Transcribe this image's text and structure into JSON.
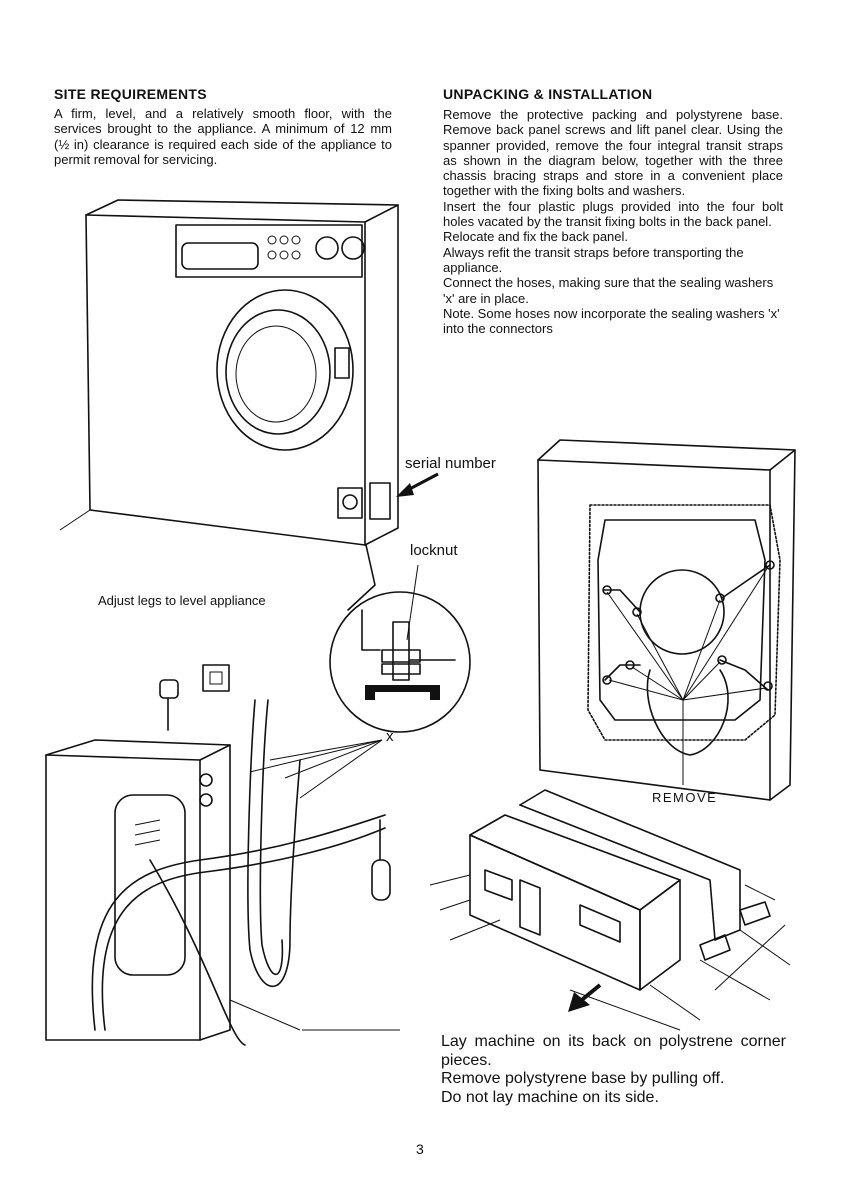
{
  "site_requirements": {
    "heading": "SITE REQUIREMENTS",
    "text": "A firm, level, and a relatively smooth floor, with the services brought to the appliance. A minimum of 12 mm (½ in) clearance is required each side of the appliance to permit removal for servicing."
  },
  "unpacking": {
    "heading": "UNPACKING & INSTALLATION",
    "paragraphs": [
      "Remove the protective packing and polystyrene base. Remove back panel screws and lift panel clear. Using the spanner provided, remove the four integral transit straps as shown in the diagram below, together with the three chassis bracing straps and store in a convenient place together with the fixing bolts and washers.",
      "Insert the four plastic plugs provided into the four bolt holes vacated by the transit fixing bolts in the back panel.",
      "Relocate and fix the back panel.",
      "Always refit the transit straps before transporting the appliance.",
      "Connect the hoses, making sure that the sealing washers 'x' are in place.",
      "Note. Some hoses now incorporate the sealing washers 'x' into the connectors"
    ]
  },
  "diagram_labels": {
    "serial_number": "serial number",
    "locknut": "locknut",
    "adjust_legs": "Adjust legs to level appliance",
    "x_marker": "x",
    "remove": "REMOVE"
  },
  "bottom_caption": [
    "Lay machine on its back on polystrene corner pieces.",
    "Remove polystyrene base by pulling off.",
    "Do not lay machine on its side."
  ],
  "page_number": "3"
}
